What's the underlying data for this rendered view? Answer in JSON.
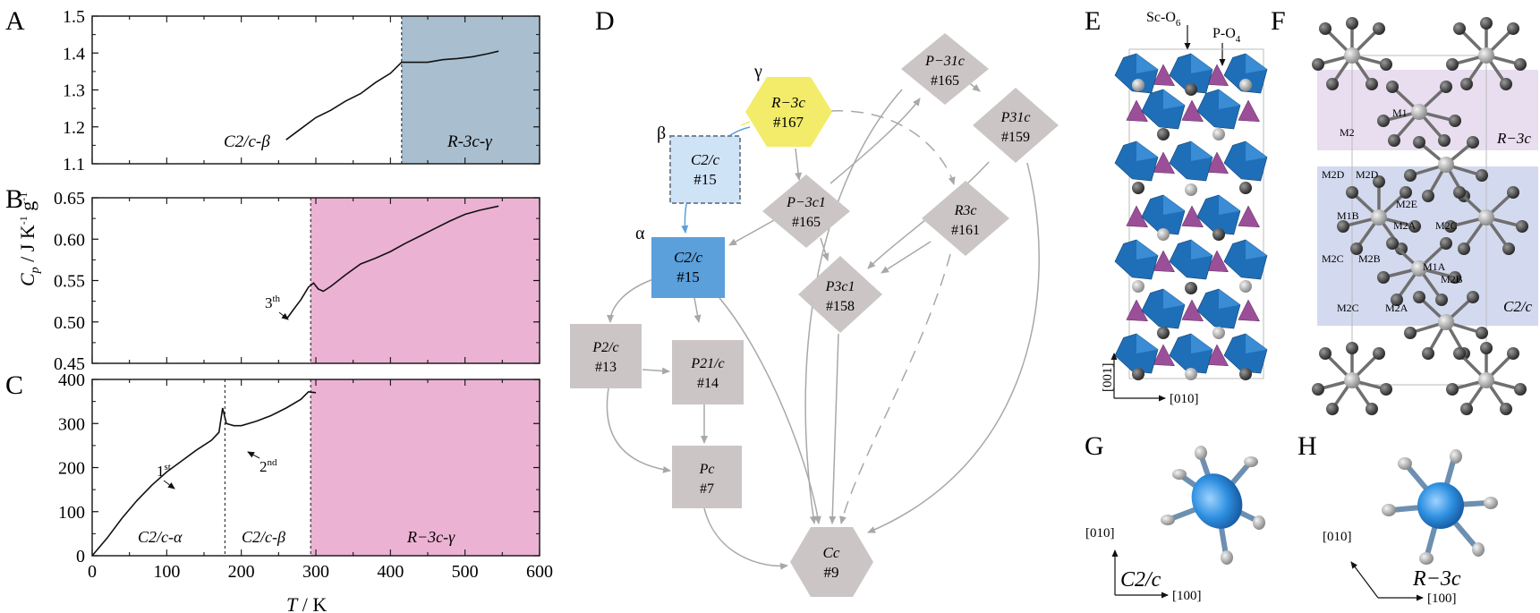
{
  "panel_letters": {
    "A": "A",
    "B": "B",
    "C": "C",
    "D": "D",
    "E": "E",
    "F": "F",
    "G": "G",
    "H": "H"
  },
  "colors": {
    "gamma_shade": "#a9bfd0",
    "pink_shade": "#ecb2d3",
    "line": "#111111",
    "node_grey": "#cbc6c5",
    "node_yellow": "#f2ec6a",
    "node_blue": "#5b9fdb",
    "node_lightblue": "#cfe3f7",
    "arrow_grey": "#a8a8a8",
    "octa_blue": "#1f6fb8",
    "tetra_purple": "#b061a8",
    "region_purple": "#e8def0",
    "region_blue": "#d3d9ef"
  },
  "chart_data": [
    {
      "id": "A",
      "type": "line",
      "x": [
        260,
        280,
        300,
        320,
        340,
        360,
        380,
        400,
        415,
        430,
        450,
        470,
        490,
        510,
        530,
        545
      ],
      "y": [
        1.165,
        1.195,
        1.225,
        1.245,
        1.27,
        1.29,
        1.32,
        1.345,
        1.375,
        1.375,
        1.375,
        1.382,
        1.385,
        1.39,
        1.398,
        1.405
      ],
      "xlim": [
        0,
        600
      ],
      "ylim": [
        1.1,
        1.5
      ],
      "yticks": [
        "1.1",
        "1.2",
        "1.3",
        "1.4",
        "1.5"
      ],
      "transition_x": 415,
      "phase_left": "C2/c-β",
      "phase_right": "R-3c-γ"
    },
    {
      "id": "B",
      "type": "line",
      "x": [
        262,
        270,
        280,
        290,
        297,
        303,
        310,
        320,
        340,
        360,
        380,
        400,
        420,
        440,
        460,
        480,
        500,
        520,
        545
      ],
      "y": [
        0.505,
        0.515,
        0.527,
        0.542,
        0.547,
        0.54,
        0.537,
        0.543,
        0.557,
        0.57,
        0.577,
        0.585,
        0.595,
        0.604,
        0.613,
        0.622,
        0.63,
        0.635,
        0.64
      ],
      "xlim": [
        0,
        600
      ],
      "ylim": [
        0.45,
        0.65
      ],
      "yticks": [
        "0.45",
        "0.50",
        "0.55",
        "0.60",
        "0.65"
      ],
      "ylabel": "C_p / J K^-1 g^-1",
      "transition_x": 293,
      "annotation": "3th"
    },
    {
      "id": "C",
      "type": "line",
      "x": [
        0,
        20,
        40,
        60,
        80,
        100,
        120,
        140,
        160,
        170,
        175,
        180,
        190,
        200,
        220,
        240,
        260,
        280,
        290,
        300
      ],
      "y": [
        0,
        40,
        85,
        125,
        160,
        190,
        215,
        240,
        262,
        280,
        335,
        300,
        295,
        295,
        305,
        318,
        335,
        355,
        372,
        370
      ],
      "xlim": [
        0,
        600
      ],
      "ylim": [
        0,
        400
      ],
      "xticks": [
        "0",
        "100",
        "200",
        "300",
        "400",
        "500",
        "600"
      ],
      "yticks": [
        "0",
        "100",
        "200",
        "300",
        "400"
      ],
      "xlabel": "T / K",
      "transition_x": [
        178,
        293
      ],
      "phases": [
        "C2/c-α",
        "C2/c-β",
        "R−3c-γ"
      ],
      "annotations": [
        "1st",
        "2nd"
      ]
    }
  ],
  "diagram": {
    "greek": {
      "gamma": "γ",
      "beta": "β",
      "alpha": "α"
    },
    "nodes": [
      {
        "id": "R3c167",
        "group": "R−3c",
        "number": "#167"
      },
      {
        "id": "C2c15b",
        "group": "C2/c",
        "number": "#15"
      },
      {
        "id": "C2c15a",
        "group": "C2/c",
        "number": "#15"
      },
      {
        "id": "P3c1_165",
        "group": "P−3c1",
        "number": "#165"
      },
      {
        "id": "P31c_165",
        "group": "P−31c",
        "number": "#165"
      },
      {
        "id": "P31c_159",
        "group": "P31c",
        "number": "#159"
      },
      {
        "id": "R3c161",
        "group": "R3c",
        "number": "#161"
      },
      {
        "id": "P3c1_158",
        "group": "P3c1",
        "number": "#158"
      },
      {
        "id": "P2c13",
        "group": "P2/c",
        "number": "#13"
      },
      {
        "id": "P21c14",
        "group": "P21/c",
        "number": "#14"
      },
      {
        "id": "Pc7",
        "group": "Pc",
        "number": "#7"
      },
      {
        "id": "Cc9",
        "group": "Cc",
        "number": "#9"
      }
    ]
  },
  "structure_E": {
    "label1": "Sc-O",
    "sub1": "6",
    "label2": "P-O",
    "sub2": "4",
    "axis_v": "[001]",
    "axis_h": "[010]"
  },
  "structure_F": {
    "sites": [
      "M1",
      "M2",
      "M2D",
      "M2D",
      "M2E",
      "M1B",
      "M2A",
      "M2C",
      "M2C",
      "M2B",
      "M1A",
      "M2B",
      "M2C",
      "M2A"
    ],
    "region_top": "R−3c",
    "region_bottom": "C2/c"
  },
  "panel_G": {
    "axis_v": "[010]",
    "axis_h": "[100]",
    "label": "C2/c"
  },
  "panel_H": {
    "axis_v": "[010]",
    "axis_h": "[100]",
    "label": "R−3c"
  }
}
